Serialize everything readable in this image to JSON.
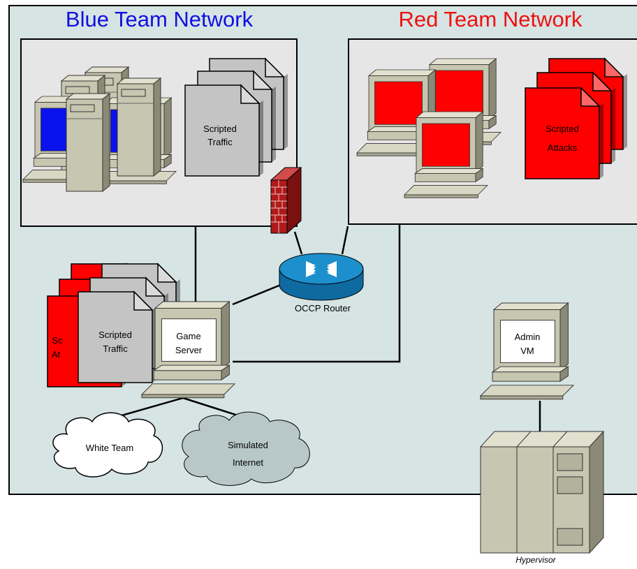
{
  "diagram": {
    "blue_team": {
      "title": "Blue Team Network",
      "title_color": "#1010e0",
      "doc_line1": "Scripted",
      "doc_line2": "Traffic"
    },
    "red_team": {
      "title": "Red Team Network",
      "title_color": "#ee1111",
      "doc_line1": "Scripted",
      "doc_line2": "Attacks"
    },
    "router": {
      "label": "OCCP Router"
    },
    "game_server": {
      "line1": "Game",
      "line2": "Server",
      "traffic_line1": "Scripted",
      "traffic_line2": "Traffic",
      "attacks_line1": "Sc",
      "attacks_line2": "At"
    },
    "white_team": {
      "label": "White Team"
    },
    "simulated_internet": {
      "line1": "Simulated",
      "line2": "Internet"
    },
    "admin_vm": {
      "line1": "Admin",
      "line2": "VM"
    },
    "hypervisor": {
      "label": "Hypervisor"
    },
    "colors": {
      "background_panel": "#d6e4e4",
      "network_box": "#e6e6e6",
      "blue_screen": "#0a12ee",
      "red_screen": "#ff0000",
      "doc_gray": "#c4c4c4",
      "doc_red": "#ff0000",
      "router": "#1d8fcc",
      "firewall": "#b01a1a",
      "cloud_gray": "#b8c8c8",
      "cloud_white": "#ffffff",
      "device_beige": "#c7c6b0"
    },
    "icons": [
      "workstation-icon",
      "document-icon",
      "firewall-icon",
      "router-icon",
      "cloud-icon",
      "server-tower-icon"
    ]
  }
}
